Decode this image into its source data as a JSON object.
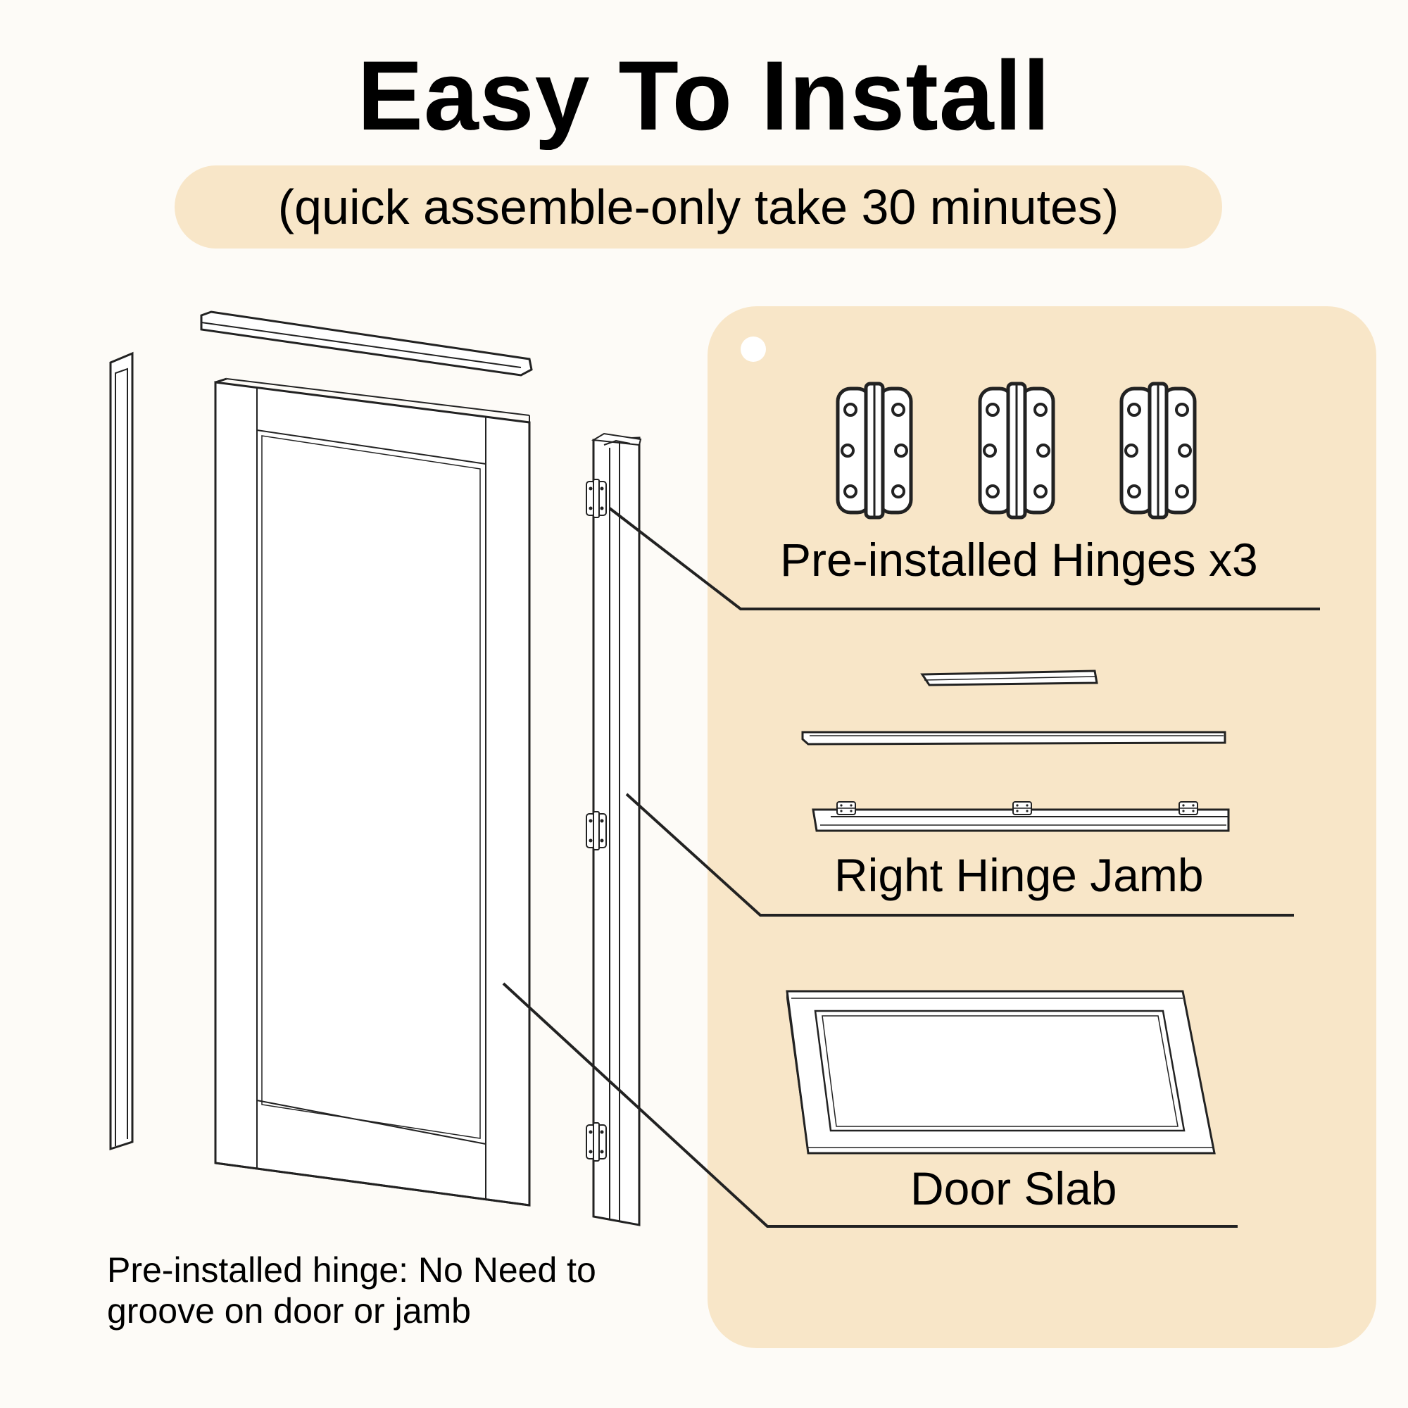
{
  "header": {
    "title": "Easy To Install",
    "subtitle": "(quick assemble-only take 30 minutes)"
  },
  "callouts": {
    "hinges": "Pre-installed Hinges x3",
    "jamb": "Right Hinge Jamb",
    "slab": "Door Slab"
  },
  "note": {
    "line1": "Pre-installed hinge: No Need to",
    "line2": "groove on door or jamb"
  },
  "colors": {
    "background": "#fdfbf7",
    "accent": "#f8e6c8",
    "stroke": "#222222"
  }
}
